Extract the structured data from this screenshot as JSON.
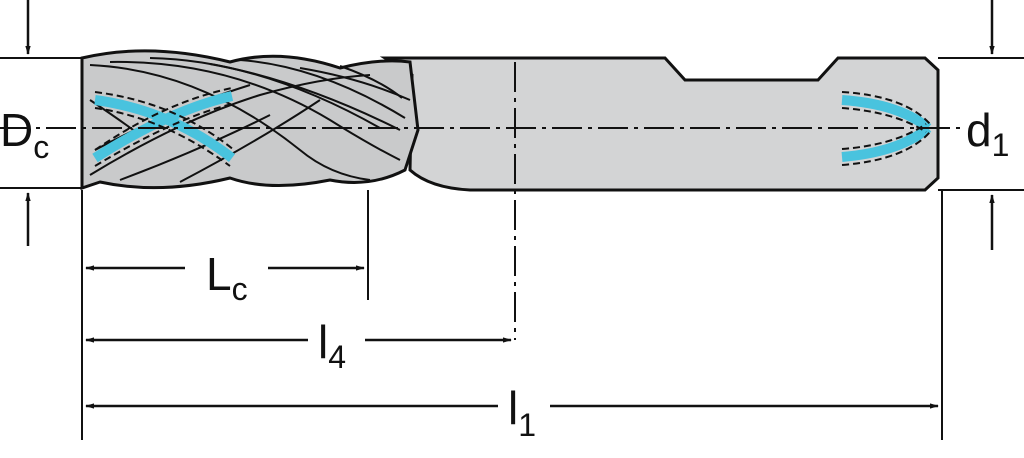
{
  "labels": {
    "cutting_diameter": {
      "main": "D",
      "sub": "c"
    },
    "shank_diameter": {
      "main": "d",
      "sub": "1"
    },
    "cutting_length": {
      "main": "L",
      "sub": "c"
    },
    "reach_length": {
      "main": "l",
      "sub": "4"
    },
    "overall_length": {
      "main": "l",
      "sub": "1"
    }
  },
  "colors": {
    "line": "#111111",
    "tool_body": "#d3d4d5",
    "coolant": "#49c3de"
  }
}
